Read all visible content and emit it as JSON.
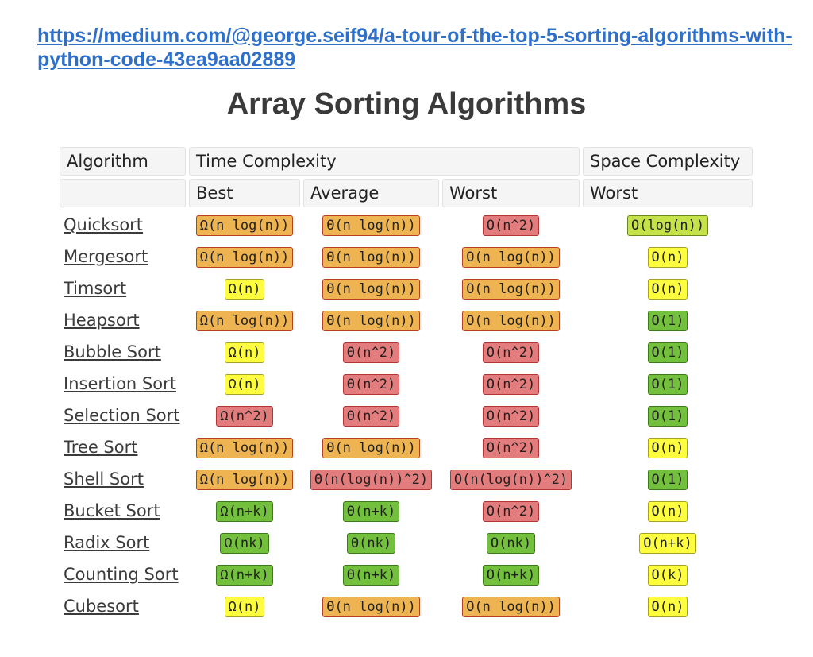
{
  "source_url": "https://medium.com/@george.seif94/a-tour-of-the-top-5-sorting-algorithms-with-python-code-43ea9aa02889",
  "title": "Array Sorting Algorithms",
  "headers": {
    "algorithm": "Algorithm",
    "time_complexity": "Time Complexity",
    "space_complexity": "Space Complexity",
    "best": "Best",
    "average": "Average",
    "worst": "Worst",
    "space_worst": "Worst"
  },
  "colors": {
    "green": "#73c03d",
    "yellow": "#fefe3e",
    "orange": "#efb452",
    "red": "#e37d7d",
    "lime": "#c6e249",
    "link": "#2e6fc9"
  },
  "rows": [
    {
      "name": "Quicksort",
      "best": {
        "t": "Ω(n log(n))",
        "c": "orange"
      },
      "average": {
        "t": "Θ(n log(n))",
        "c": "orange"
      },
      "worst": {
        "t": "O(n^2)",
        "c": "red"
      },
      "space": {
        "t": "O(log(n))",
        "c": "lime"
      }
    },
    {
      "name": "Mergesort",
      "best": {
        "t": "Ω(n log(n))",
        "c": "orange"
      },
      "average": {
        "t": "Θ(n log(n))",
        "c": "orange"
      },
      "worst": {
        "t": "O(n log(n))",
        "c": "orange"
      },
      "space": {
        "t": "O(n)",
        "c": "yellow"
      }
    },
    {
      "name": "Timsort",
      "best": {
        "t": "Ω(n)",
        "c": "yellow"
      },
      "average": {
        "t": "Θ(n log(n))",
        "c": "orange"
      },
      "worst": {
        "t": "O(n log(n))",
        "c": "orange"
      },
      "space": {
        "t": "O(n)",
        "c": "yellow"
      }
    },
    {
      "name": "Heapsort",
      "best": {
        "t": "Ω(n log(n))",
        "c": "orange"
      },
      "average": {
        "t": "Θ(n log(n))",
        "c": "orange"
      },
      "worst": {
        "t": "O(n log(n))",
        "c": "orange"
      },
      "space": {
        "t": "O(1)",
        "c": "green"
      }
    },
    {
      "name": "Bubble Sort",
      "best": {
        "t": "Ω(n)",
        "c": "yellow"
      },
      "average": {
        "t": "Θ(n^2)",
        "c": "red"
      },
      "worst": {
        "t": "O(n^2)",
        "c": "red"
      },
      "space": {
        "t": "O(1)",
        "c": "green"
      }
    },
    {
      "name": "Insertion Sort",
      "best": {
        "t": "Ω(n)",
        "c": "yellow"
      },
      "average": {
        "t": "Θ(n^2)",
        "c": "red"
      },
      "worst": {
        "t": "O(n^2)",
        "c": "red"
      },
      "space": {
        "t": "O(1)",
        "c": "green"
      }
    },
    {
      "name": "Selection Sort",
      "best": {
        "t": "Ω(n^2)",
        "c": "red"
      },
      "average": {
        "t": "Θ(n^2)",
        "c": "red"
      },
      "worst": {
        "t": "O(n^2)",
        "c": "red"
      },
      "space": {
        "t": "O(1)",
        "c": "green"
      }
    },
    {
      "name": "Tree Sort",
      "best": {
        "t": "Ω(n log(n))",
        "c": "orange"
      },
      "average": {
        "t": "Θ(n log(n))",
        "c": "orange"
      },
      "worst": {
        "t": "O(n^2)",
        "c": "red"
      },
      "space": {
        "t": "O(n)",
        "c": "yellow"
      }
    },
    {
      "name": "Shell Sort",
      "best": {
        "t": "Ω(n log(n))",
        "c": "orange"
      },
      "average": {
        "t": "Θ(n(log(n))^2)",
        "c": "red"
      },
      "worst": {
        "t": "O(n(log(n))^2)",
        "c": "red"
      },
      "space": {
        "t": "O(1)",
        "c": "green"
      }
    },
    {
      "name": "Bucket Sort",
      "best": {
        "t": "Ω(n+k)",
        "c": "green"
      },
      "average": {
        "t": "Θ(n+k)",
        "c": "green"
      },
      "worst": {
        "t": "O(n^2)",
        "c": "red"
      },
      "space": {
        "t": "O(n)",
        "c": "yellow"
      }
    },
    {
      "name": "Radix Sort",
      "best": {
        "t": "Ω(nk)",
        "c": "green"
      },
      "average": {
        "t": "Θ(nk)",
        "c": "green"
      },
      "worst": {
        "t": "O(nk)",
        "c": "green"
      },
      "space": {
        "t": "O(n+k)",
        "c": "yellow"
      }
    },
    {
      "name": "Counting Sort",
      "best": {
        "t": "Ω(n+k)",
        "c": "green"
      },
      "average": {
        "t": "Θ(n+k)",
        "c": "green"
      },
      "worst": {
        "t": "O(n+k)",
        "c": "green"
      },
      "space": {
        "t": "O(k)",
        "c": "yellow"
      }
    },
    {
      "name": "Cubesort",
      "best": {
        "t": "Ω(n)",
        "c": "yellow"
      },
      "average": {
        "t": "Θ(n log(n))",
        "c": "orange"
      },
      "worst": {
        "t": "O(n log(n))",
        "c": "orange"
      },
      "space": {
        "t": "O(n)",
        "c": "yellow"
      }
    }
  ]
}
